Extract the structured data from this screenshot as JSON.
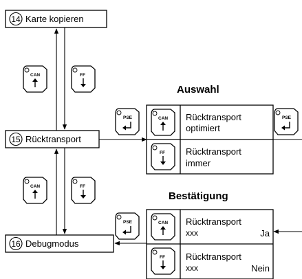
{
  "menu": {
    "items": [
      {
        "number": "14",
        "label": "Karte kopieren"
      },
      {
        "number": "15",
        "label": "Rücktransport"
      },
      {
        "number": "16",
        "label": "Debugmodus"
      }
    ]
  },
  "keys": {
    "can": "CAN",
    "ff": "FF",
    "pse": "PSE"
  },
  "auswahl": {
    "heading": "Auswahl",
    "options": [
      {
        "line1": "Rücktransport",
        "line2": "optimiert"
      },
      {
        "line1": "Rücktransport",
        "line2": "immer"
      }
    ]
  },
  "bestaetigung": {
    "heading": "Bestätigung",
    "options": [
      {
        "line1": "Rücktransport",
        "value": "xxx",
        "answer": "Ja"
      },
      {
        "line1": "Rücktransport",
        "value": "xxx",
        "answer": "Nein"
      }
    ]
  },
  "colors": {
    "line": "#000000",
    "background": "#ffffff"
  }
}
